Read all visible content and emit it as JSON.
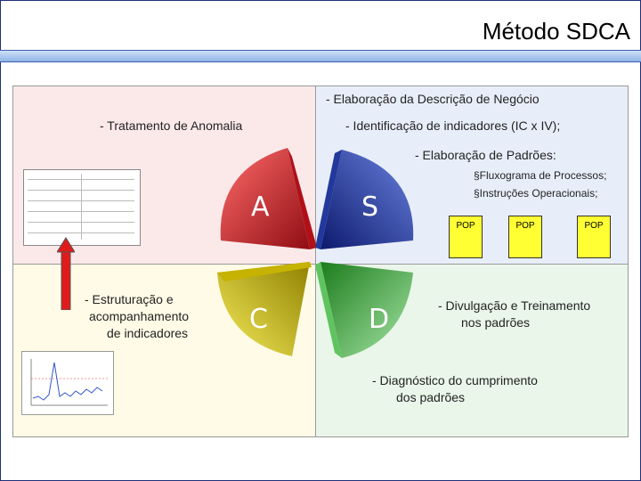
{
  "title": "Método SDCA",
  "quadrants": {
    "top_right": {
      "line1": "-  Elaboração da Descrição de Negócio",
      "line2": "-  Identificação de indicadores (IC x IV);",
      "line3": "-    Elaboração de Padrões:",
      "bullet1": "§Fluxograma de Processos;",
      "bullet2": "§Instruções Operacionais;"
    },
    "top_left": {
      "label": "- Tratamento de Anomalia"
    },
    "bottom_left": {
      "line1": "-     Estruturação e",
      "line2": "acompanhamento",
      "line3": "de indicadores"
    },
    "bottom_right": {
      "line1": "- Divulgação e Treinamento",
      "line2": "nos padrões",
      "line3": "- Diagnóstico do cumprimento",
      "line4": "dos padrões"
    }
  },
  "petals": {
    "A": "A",
    "S": "S",
    "C": "C",
    "D": "D"
  },
  "pops": [
    "POP",
    "POP",
    "POP"
  ],
  "colors": {
    "red": "#c0141c",
    "blue": "#1a2fa8",
    "yellow": "#d8c600",
    "green": "#37a837",
    "arrow": "#e01b1b"
  }
}
